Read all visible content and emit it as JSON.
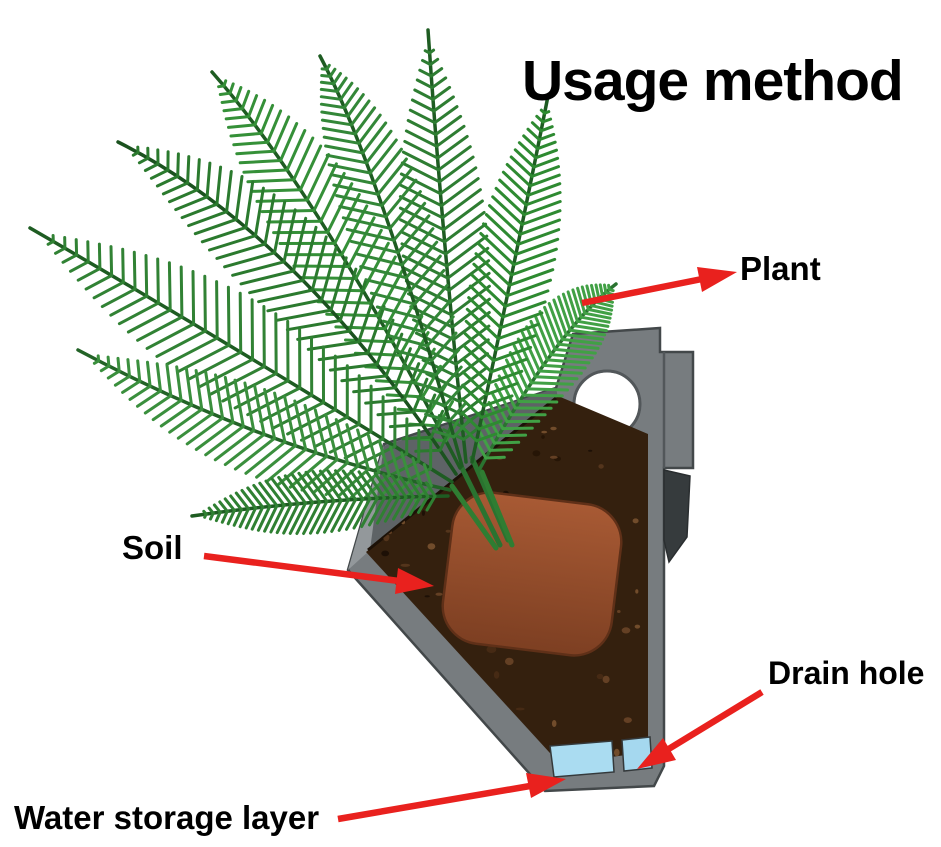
{
  "title": "Usage method",
  "labels": {
    "plant": "Plant",
    "soil": "Soil",
    "drain_hole": "Drain hole",
    "water_storage": "Water storage layer"
  },
  "diagram_parts": [
    "Plant",
    "Soil",
    "Drain hole",
    "Water storage layer"
  ],
  "colors": {
    "arrow_red": "#e9211e",
    "leaf_green": "#2e7d32",
    "soil_brown": "#34200e",
    "root_ball_brown": "#9a5130",
    "pot_gray": "#777c7f",
    "water_blue": "#aadcf1",
    "text": "#000000",
    "background": "#ffffff"
  }
}
